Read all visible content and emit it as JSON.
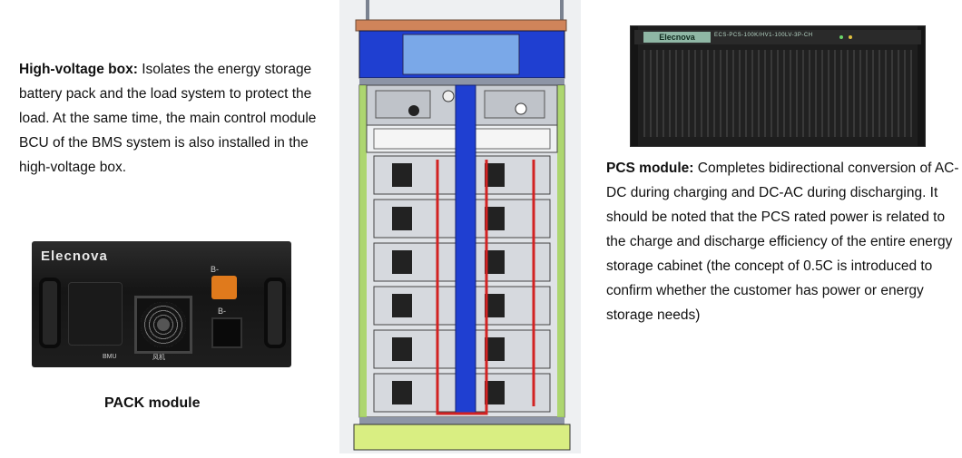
{
  "hv_box": {
    "title": "High-voltage box:",
    "description": "Isolates the energy storage battery pack and the load system to protect the load. At the same time, the main control module BCU of the BMS system is also installed in the high-voltage box."
  },
  "pcs": {
    "title": "PCS module:",
    "description": "Completes bidirectional conversion of AC-DC during charging and DC-AC during discharging. It should be noted that the PCS rated power is related  to the charge and discharge efficiency of the entire energy storage cabinet (the concept of 0.5C is introduced to confirm whether the customer has power or energy storage needs)",
    "brand": "Elecnova",
    "model": "ECS-PCS-100K/HV1-100LV-3P-CH"
  },
  "pack": {
    "caption": "PACK module",
    "brand": "Elecnova",
    "connector_positive": "B-",
    "connector_negative": "B-",
    "label_left": "BMU",
    "label_fan": "风机"
  },
  "colors": {
    "cabinet_blue": "#1f3fd1",
    "cabinet_light_blue": "#7aa8e8",
    "top_bar": "#d0845a",
    "base": "#d9ee82",
    "rail_green": "#a5d35a",
    "cable_red": "#d22222"
  }
}
